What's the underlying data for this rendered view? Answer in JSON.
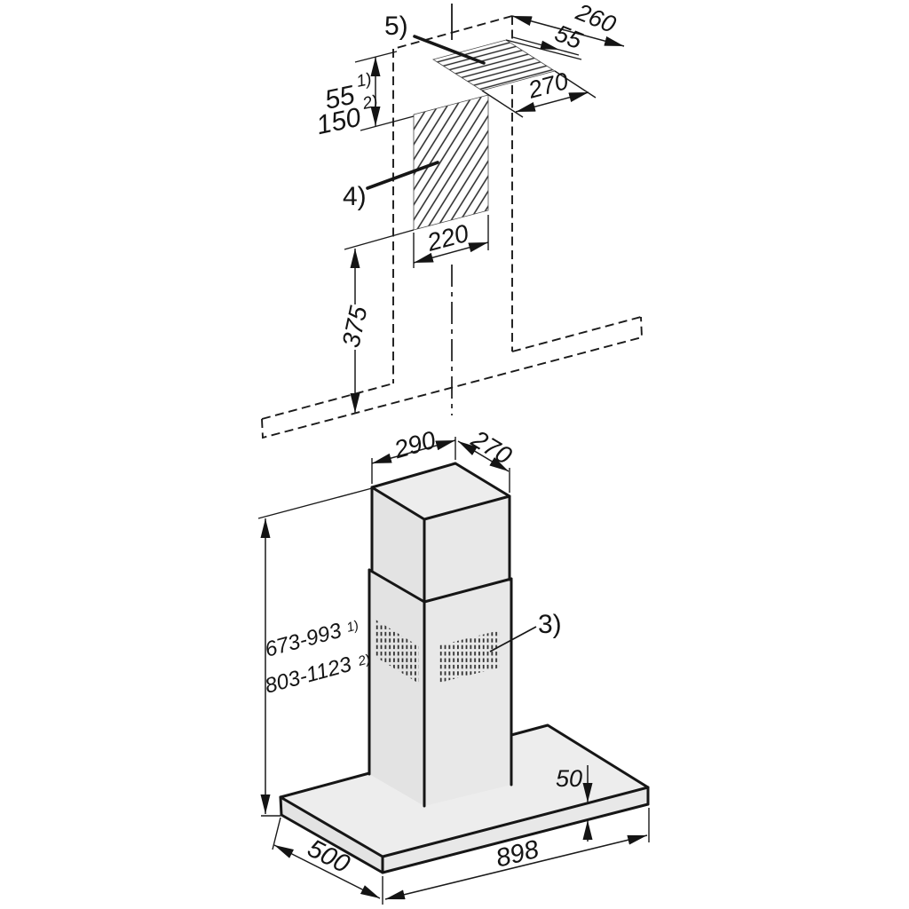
{
  "diagram": {
    "type": "appliance-installation-dimension-drawing",
    "units": "mm",
    "callouts": {
      "chimney_vent": "3)",
      "shaft_hatch": "4)",
      "ceiling_cutout": "5)"
    },
    "dims": {
      "cutout_depth": "260",
      "cutout_offset": "55",
      "cutout_width": "270",
      "ceiling_clearance_min": "55",
      "ceiling_clearance_min_note": "1)",
      "ceiling_clearance_max": "150",
      "ceiling_clearance_max_note": "2)",
      "shaft_width": "220",
      "shaft_drop": "375",
      "chimney_width": "290",
      "chimney_depth": "270",
      "height_range_a": "673-993",
      "height_range_a_note": "1)",
      "height_range_b": "803-1123",
      "height_range_b_note": "2)",
      "canopy_height": "50",
      "canopy_depth": "500",
      "canopy_width": "898"
    }
  }
}
